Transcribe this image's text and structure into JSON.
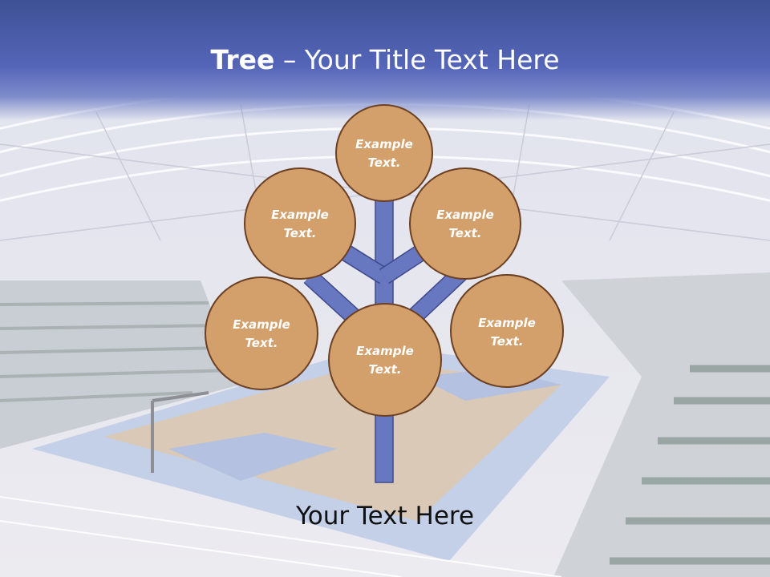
{
  "title": {
    "bold": "Tree",
    "rest": " – Your Title Text Here"
  },
  "circles": [
    {
      "line1": "Example",
      "line2": "Text."
    },
    {
      "line1": "Example",
      "line2": "Text."
    },
    {
      "line1": "Example",
      "line2": "Text."
    },
    {
      "line1": "Example",
      "line2": "Text."
    },
    {
      "line1": "Example",
      "line2": "Text."
    },
    {
      "line1": "Example",
      "line2": "Text."
    }
  ],
  "footer": "Your Text Here",
  "colors": {
    "title_bar": "#5465b8",
    "branch": "#6878c0",
    "circle_fill": "#d39f6b",
    "circle_stroke": "#6b4023",
    "circle_text": "#ffffff"
  }
}
